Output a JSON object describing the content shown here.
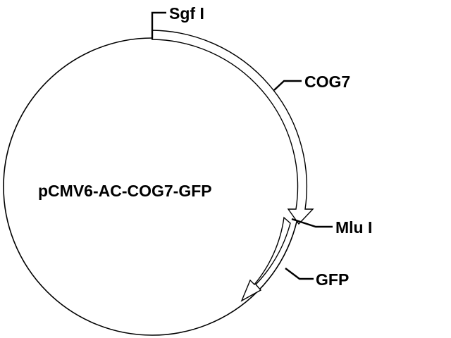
{
  "plasmid": {
    "name": "pCMV6-AC-COG7-GFP"
  },
  "sites": [
    {
      "label": "Sgf I"
    },
    {
      "label": "Mlu I"
    }
  ],
  "features": [
    {
      "label": "COG7"
    },
    {
      "label": "GFP"
    }
  ],
  "colors": {
    "stroke": "#000000",
    "background": "#ffffff",
    "arrow_fill": "#ffffff"
  }
}
